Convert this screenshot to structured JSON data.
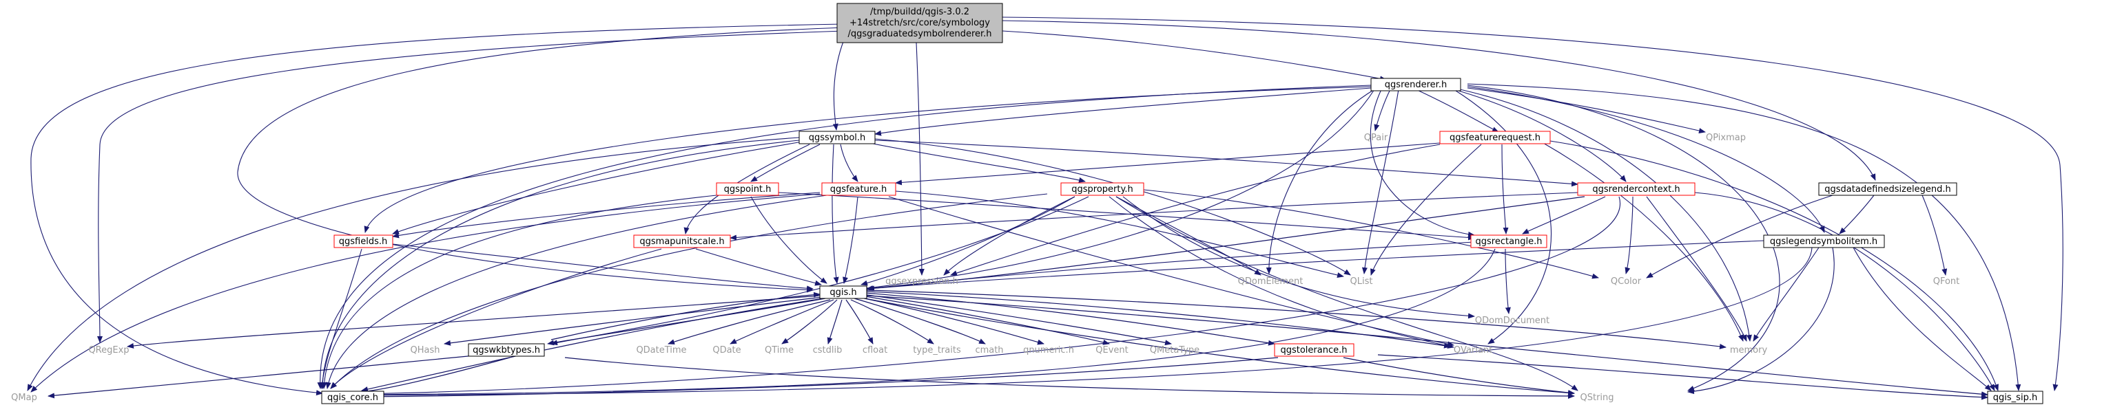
{
  "colors": {
    "edge": "#191970",
    "box_border_normal": "#000000",
    "box_border_red": "#ff0000",
    "text_gray": "#9a9a9a",
    "root_fill": "#bfbfbf"
  },
  "nodes": {
    "root_line1": "/tmp/buildd/qgis-3.0.2",
    "root_line2": "+14stretch/src/core/symbology",
    "root_line3": "/qgsgraduatedsymbolrenderer.h",
    "qgsrenderer": "qgsrenderer.h",
    "qgssymbol": "qgssymbol.h",
    "qgsfeaturerequest": "qgsfeaturerequest.h",
    "qgsrendercontext": "qgsrendercontext.h",
    "qgsdatadefinedsizelegend": "qgsdatadefinedsizelegend.h",
    "qgslegendsymbolitem": "qgslegendsymbolitem.h",
    "qgspoint": "qgspoint.h",
    "qgsfeature": "qgsfeature.h",
    "qgsproperty": "qgsproperty.h",
    "qgsfields": "qgsfields.h",
    "qgsmapunitscale": "qgsmapunitscale.h",
    "qgsexpression": "qgsexpression.h",
    "qdomelement": "QDomElement",
    "qlist": "QList",
    "qgsrectangle": "qgsrectangle.h",
    "qcolor": "QColor",
    "qfont": "QFont",
    "qpair": "QPair",
    "qpixmap": "QPixmap",
    "qdomdocument": "QDomDocument",
    "qgis": "qgis.h",
    "qregexp": "QRegExp",
    "qhash": "QHash",
    "qgswkbtypes": "qgswkbtypes.h",
    "qdatetime": "QDateTime",
    "qdate": "QDate",
    "qtime": "QTime",
    "cstdlib": "cstdlib",
    "cfloat": "cfloat",
    "type_traits": "type_traits",
    "cmath": "cmath",
    "qnumeric": "qnumeric.h",
    "qevent": "QEvent",
    "qmetatype": "QMetaType",
    "qgstolerance": "qgstolerance.h",
    "qvariant": "QVariant",
    "memory": "memory",
    "qmap": "QMap",
    "qgis_core": "qgis_core.h",
    "qstring": "QString",
    "qgis_sip": "qgis_sip.h"
  }
}
